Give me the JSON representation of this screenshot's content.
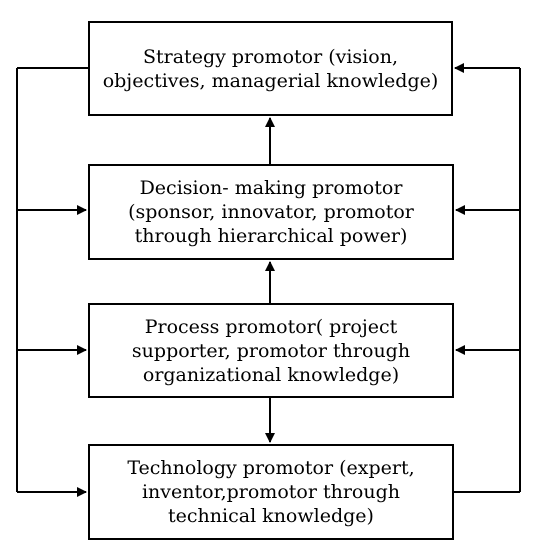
{
  "boxes": {
    "strategy": {
      "lines": [
        "Strategy promotor (vision,",
        "objectives, managerial knowledge)"
      ]
    },
    "decision": {
      "lines": [
        "Decision- making promotor",
        "(sponsor, innovator, promotor",
        "through hierarchical power)"
      ]
    },
    "process": {
      "lines": [
        "Process promotor( project",
        "supporter, promotor through",
        "organizational knowledge)"
      ]
    },
    "technology": {
      "lines": [
        "Technology promotor (expert,",
        "inventor,promotor through",
        "technical knowledge)"
      ]
    }
  },
  "colors": {
    "line": "#000000",
    "box_border": "#000000",
    "text": "#000000",
    "background": "#ffffff"
  }
}
